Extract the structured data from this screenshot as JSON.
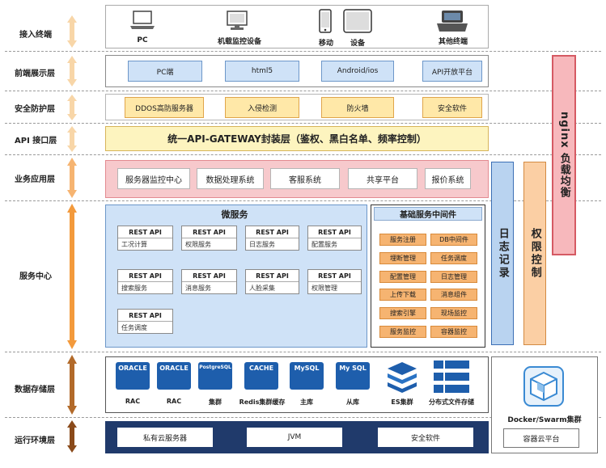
{
  "layers": [
    "接入终端",
    "前端展示层",
    "安全防护层",
    "API 接口层",
    "业务应用层",
    "服务中心",
    "数据存储层",
    "运行环境层"
  ],
  "terminals": [
    "PC",
    "机载监控设备",
    "移动",
    "设备",
    "其他终端"
  ],
  "frontend": [
    "PC端",
    "html5",
    "Android/ios",
    "API开放平台"
  ],
  "security": [
    "DDOS高防服务器",
    "入侵检测",
    "防火墙",
    "安全软件"
  ],
  "gateway": "统一API-GATEWAY封装层（鉴权、黑白名单、频率控制）",
  "business": [
    "服务器监控中心",
    "数据处理系统",
    "客服系统",
    "共享平台",
    "报价系统"
  ],
  "microservice": {
    "title": "微服务",
    "apis": [
      {
        "title": "REST API",
        "name": "工况计算"
      },
      {
        "title": "REST API",
        "name": "权限服务"
      },
      {
        "title": "REST API",
        "name": "日志服务"
      },
      {
        "title": "REST API",
        "name": "配置服务"
      },
      {
        "title": "REST API",
        "name": "搜索服务"
      },
      {
        "title": "REST API",
        "name": "消息服务"
      },
      {
        "title": "REST API",
        "name": "人脸采集"
      },
      {
        "title": "REST API",
        "name": "权限管理"
      },
      {
        "title": "REST API",
        "name": "任务调度"
      }
    ]
  },
  "middleware": {
    "title": "基础服务中间件",
    "items": [
      "服务注册",
      "DB中间件",
      "埋断管理",
      "任务调度",
      "配置管理",
      "日志管理",
      "上传下载",
      "消息组件",
      "搜索引擎",
      "现场监控",
      "服务监控",
      "容器监控"
    ]
  },
  "side": {
    "log": "日志记录",
    "perm": "权限控制",
    "nginx": "nginx 负载均衡"
  },
  "storage": {
    "items": [
      {
        "logo": "ORACLE",
        "caption": "RAC"
      },
      {
        "logo": "ORACLE",
        "caption": "RAC"
      },
      {
        "logo": "PostgreSQL",
        "caption": "集群"
      },
      {
        "logo": "CACHE",
        "caption": "Redis集群缓存"
      },
      {
        "logo": "MySQL",
        "caption": "主库"
      },
      {
        "logo": "My SQL",
        "caption": "从库"
      },
      {
        "logo": "",
        "caption": "ES集群"
      },
      {
        "logo": "",
        "caption": "分布式文件存储"
      }
    ],
    "docker": "Docker/Swarm集群"
  },
  "runtime": [
    "私有云服务器",
    "JVM",
    "安全软件"
  ],
  "cloud": "容器云平台",
  "colors": {
    "blueFill": "#cfe2f7",
    "yellowFill": "#ffe8a8",
    "pinkFill": "#f7c9cc",
    "orangeFill": "#f6b471",
    "darkBlue": "#1e5eac",
    "navy": "#203a6b"
  }
}
